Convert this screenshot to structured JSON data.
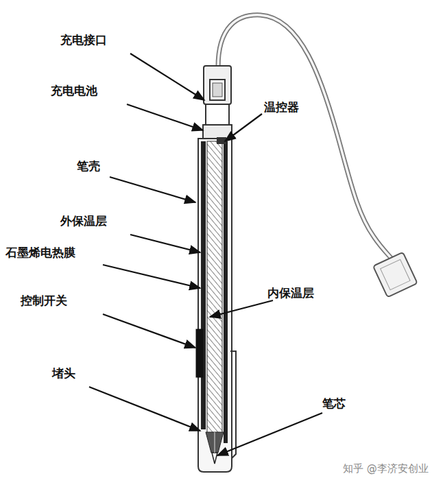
{
  "diagram": {
    "labels": [
      "充电接口",
      "充电电池",
      "笔壳",
      "外保温层",
      "石墨烯电热膜",
      "控制开关",
      "堵头",
      "温控器",
      "内保温层",
      "笔芯",
      "知乎 @李济安创业"
    ]
  }
}
